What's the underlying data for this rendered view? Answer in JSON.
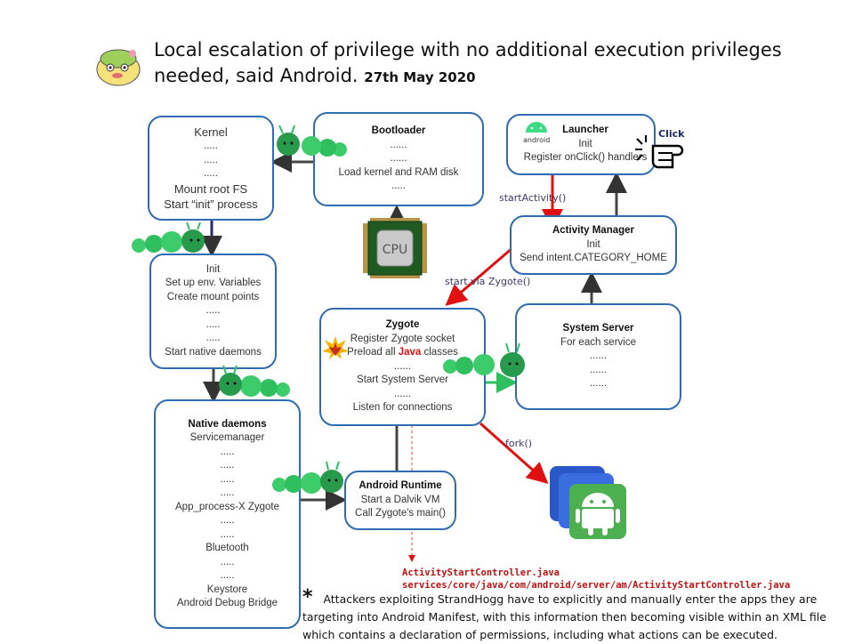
{
  "header": {
    "title": "Local escalation of privilege with no additional execution privileges needed, said Android.",
    "date": "27th May 2020"
  },
  "boxes": {
    "kernel": {
      "title": "Kernel",
      "lines": [
        ".....",
        ".....",
        ".....",
        "Mount root FS",
        "Start “init” process"
      ]
    },
    "bootloader": {
      "title": "Bootloader",
      "lines": [
        "......",
        "......",
        "Load kernel and RAM disk",
        "....."
      ]
    },
    "launcher": {
      "title": "Launcher",
      "lines": [
        "Init",
        "Register onClick() handlers"
      ],
      "logo": "android"
    },
    "activity_manager": {
      "title": "Activity Manager",
      "lines": [
        "Init",
        "Send intent.CATEGORY_HOME"
      ]
    },
    "init": {
      "lines": [
        "Init",
        "Set up env. Variables",
        "Create mount points",
        ".....",
        ".....",
        ".....",
        "Start native daemons"
      ]
    },
    "zygote": {
      "title": "Zygote",
      "line1": "Register Zygote socket",
      "preload_pre": "Preload all ",
      "preload_java": "Java",
      "preload_post": " classes",
      "lines": [
        "......",
        "Start System Server",
        "......",
        "Listen for connections"
      ]
    },
    "system_server": {
      "title": "System Server",
      "lines": [
        "For each service",
        "......",
        "......",
        "......"
      ]
    },
    "native_daemons": {
      "title": "Native daemons",
      "lines": [
        "Servicemanager",
        ".....",
        ".....",
        ".....",
        ".....",
        "App_process-X Zygote",
        ".....",
        ".....",
        "Bluetooth",
        ".....",
        ".....",
        "Keystore",
        "Android Debug Bridge"
      ]
    },
    "android_runtime": {
      "title": "Android Runtime",
      "lines": [
        "Start a Dalvik VM",
        "Call Zygote's main()"
      ]
    }
  },
  "labels": {
    "click": "Click",
    "cpu": "CPU",
    "start_activity": "startActivity()",
    "start_via_zygote": "start via Zygote()",
    "fork": "fork()"
  },
  "code_ref": {
    "line1": "ActivityStartController.java",
    "line2": "services/core/java/com/android/server/am/ActivityStartController.java"
  },
  "footnote": {
    "star": "*",
    "text": "Attackers exploiting StrandHogg have to explicitly and manually enter the apps they are targeting into Android Manifest, with this information then becoming visible within an XML file which contains a declaration of permissions, including what actions can be executed."
  },
  "colors": {
    "box_border": "#2e6bb0",
    "arrow_red": "#e01010",
    "caterpillar": "#2fbf5f",
    "android_green": "#3ddc84"
  }
}
